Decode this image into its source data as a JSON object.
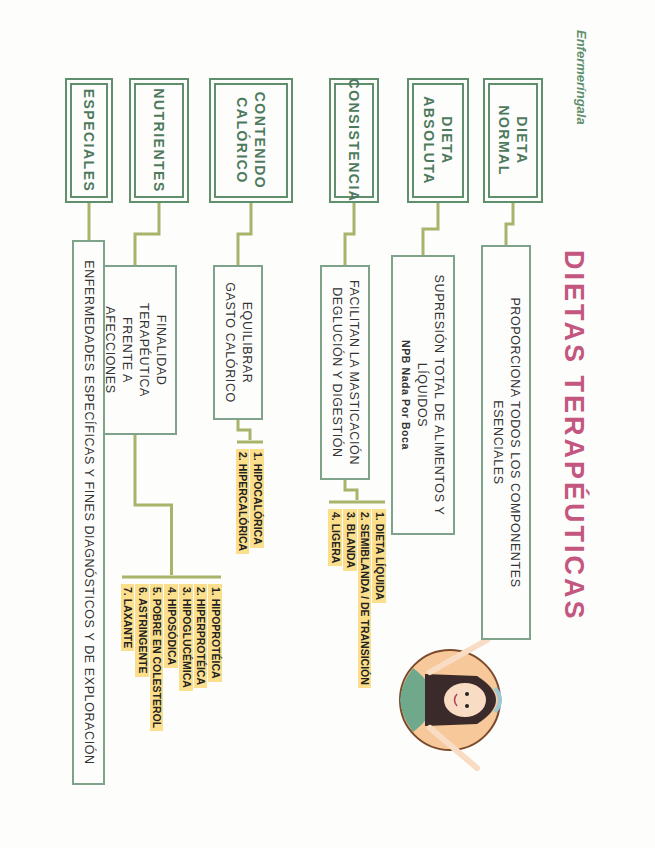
{
  "diagram": {
    "title": "DIETAS TERAPÉUTICAS",
    "nodes": [
      {
        "text": [
          "DIETA NORMAL"
        ]
      },
      {
        "text": [
          "PROPORCIONA TODOS LOS COMPONENTES ESENCIALES"
        ]
      },
      {
        "text": [
          "DIETA ABSOLUTA"
        ]
      },
      {
        "text": [
          "SUPRESIÓN TOTAL DE ALIMENTOS Y LÍQUIDOS",
          "NPB Nada Por Boca"
        ]
      },
      {
        "text": [
          "CONSISTENCIA"
        ]
      },
      {
        "text": [
          "FACILITAN LA MASTICACIÓN DEGLUCIÓN Y DIGESTIÓN"
        ]
      },
      {
        "text": [
          "1. DIETA LÍQUIDA",
          "2. SEMIBLANDA / DE TRANSICIÓN",
          "3. BLANDA",
          "4. LIGERA"
        ]
      },
      {
        "text": [
          "CONTENIDO CALÓRICO"
        ]
      },
      {
        "text": [
          "EQUILIBRAR GASTO CALÓRICO"
        ]
      },
      {
        "text": [
          "1. HIPOCALÓRICA",
          "2. HIPERCALÓRICA"
        ]
      },
      {
        "text": [
          "NUTRIENTES"
        ]
      },
      {
        "text": [
          "FINALIDAD TERAPÉUTICA FRENTE A AFECCIONES"
        ]
      },
      {
        "text": [
          "1. HIPOPROTÉICA",
          "2. HIPERPROTÉICA",
          "3. HIPOGLUCÉMICA",
          "4. HIPOSÓDICA",
          "5. POBRE EN COLESTEROL",
          "6. ASTRINGENTE",
          "7. LAXANTE"
        ]
      },
      {
        "text": [
          "ESPECIALES"
        ]
      },
      {
        "text": [
          "ENFERMEDADES ESPECÍFICAS Y FINES DIAGNÓSTICOS Y DE EXPLORACIÓN"
        ]
      }
    ],
    "edges": [
      {
        "from": 0,
        "to": 1,
        "arrow": "none"
      },
      {
        "from": 2,
        "to": 3,
        "arrow": "none"
      },
      {
        "from": 4,
        "to": 5,
        "arrow": "none"
      },
      {
        "from": 5,
        "to": 6,
        "arrow": "none"
      },
      {
        "from": 7,
        "to": 8,
        "arrow": "none"
      },
      {
        "from": 8,
        "to": 9,
        "arrow": "none"
      },
      {
        "from": 10,
        "to": 11,
        "arrow": "none"
      },
      {
        "from": 11,
        "to": 12,
        "arrow": "none"
      },
      {
        "from": 13,
        "to": 14,
        "arrow": "none"
      }
    ],
    "labels": [
      "Enfermeríngala"
    ]
  }
}
